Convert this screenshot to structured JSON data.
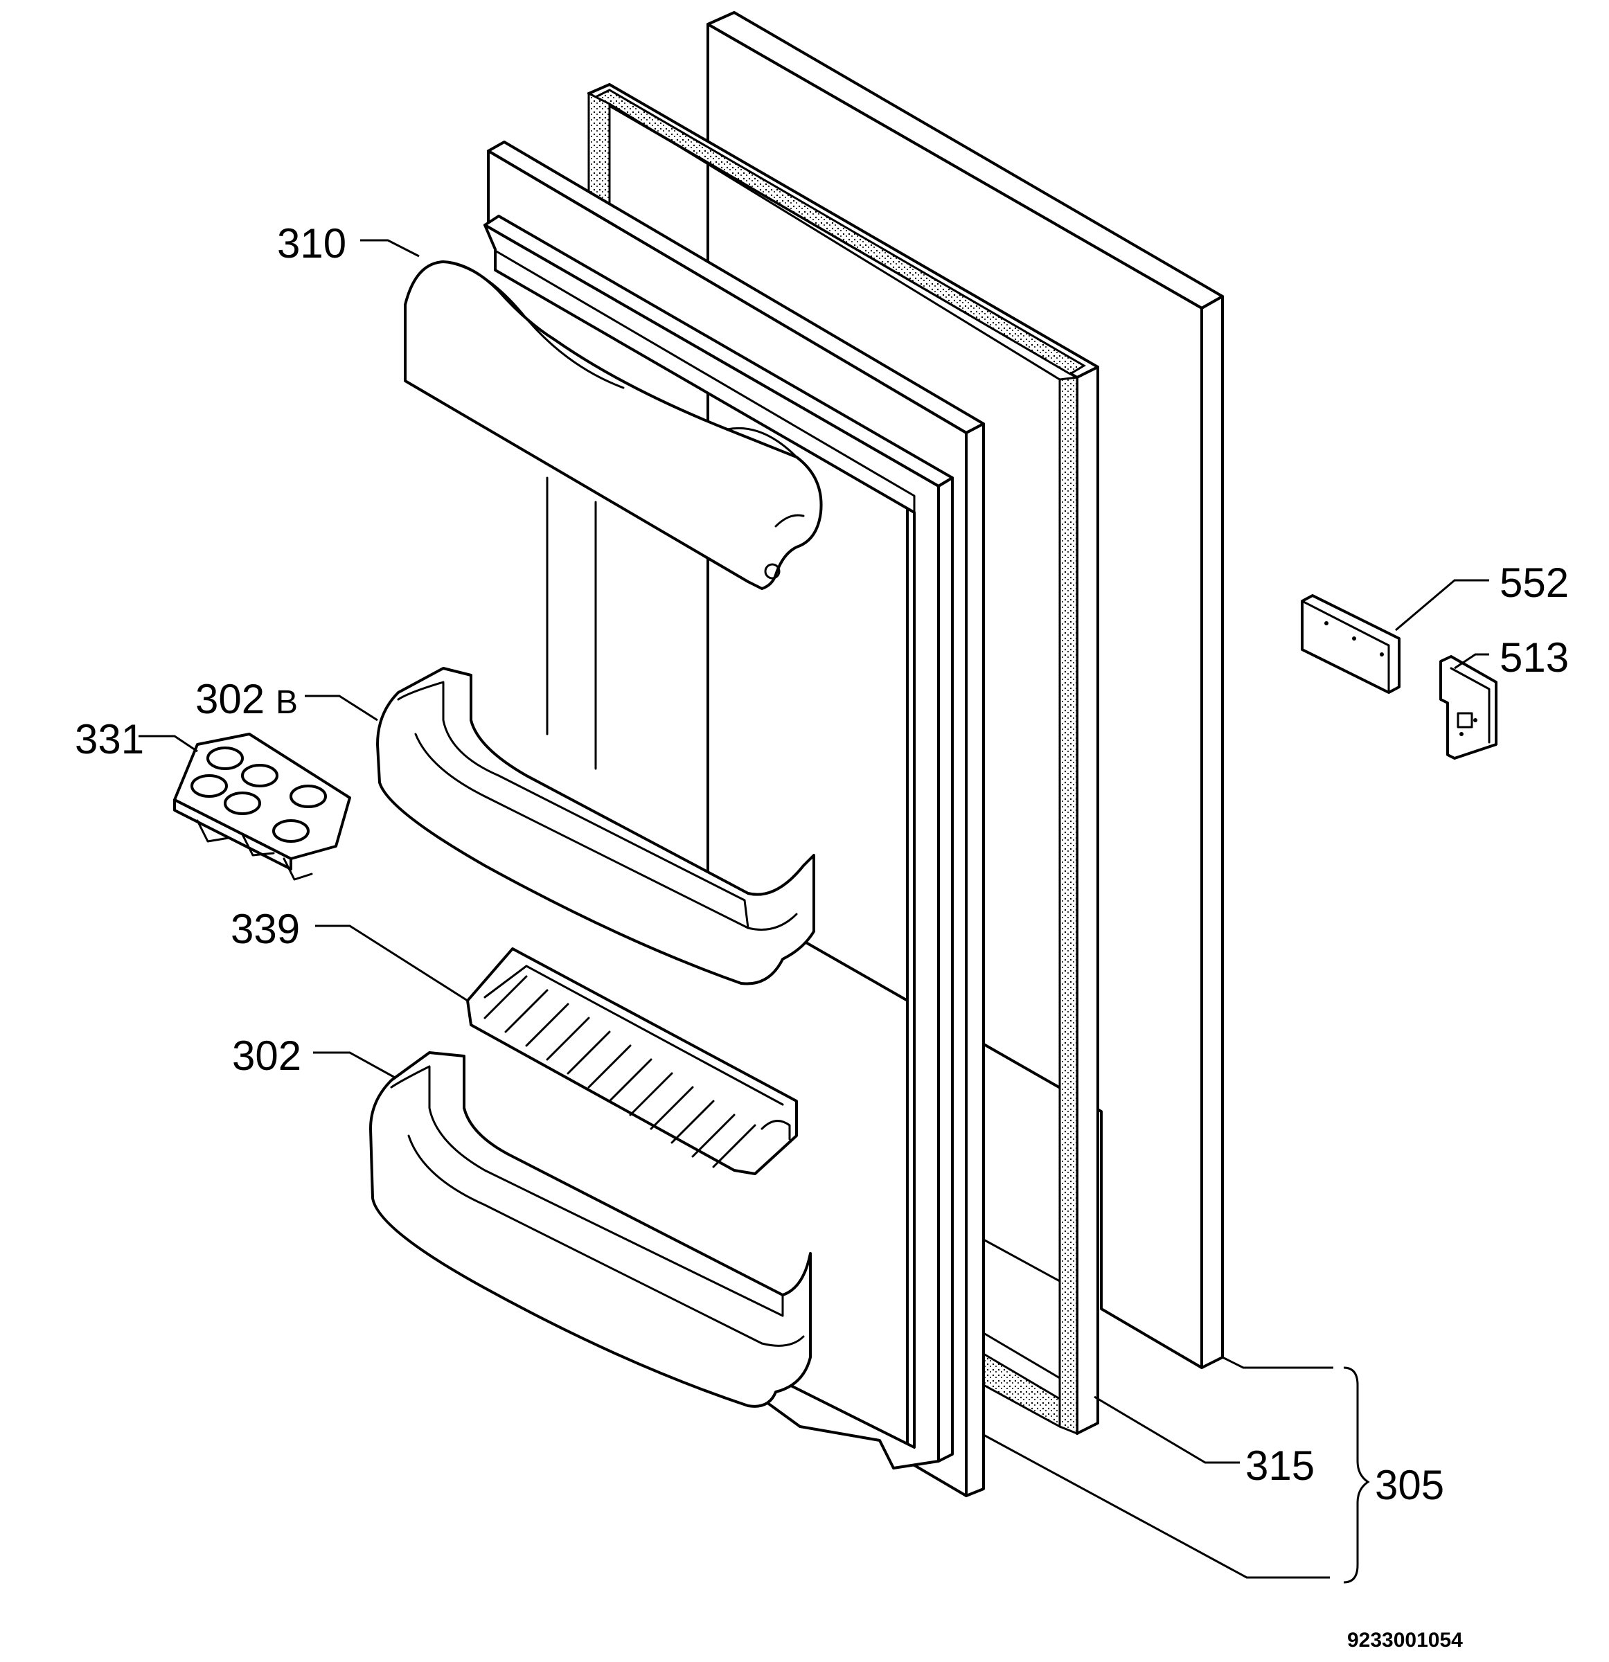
{
  "diagram": {
    "callouts": [
      {
        "id": "310",
        "label": "310",
        "part": "dairy-compartment-lid"
      },
      {
        "id": "302B",
        "label": "302",
        "suffix": "B",
        "part": "upper-door-shelf"
      },
      {
        "id": "331",
        "label": "331",
        "part": "egg-tray"
      },
      {
        "id": "339",
        "label": "339",
        "part": "bottle-retainer-grid"
      },
      {
        "id": "302",
        "label": "302",
        "part": "lower-door-shelf"
      },
      {
        "id": "552",
        "label": "552",
        "part": "hinge-cover-plate"
      },
      {
        "id": "513",
        "label": "513",
        "part": "hinge-bracket"
      },
      {
        "id": "315",
        "label": "315",
        "part": "door-gasket"
      },
      {
        "id": "305",
        "label": "305",
        "part": "door-assembly"
      }
    ],
    "drawing_code": "9233001054"
  }
}
